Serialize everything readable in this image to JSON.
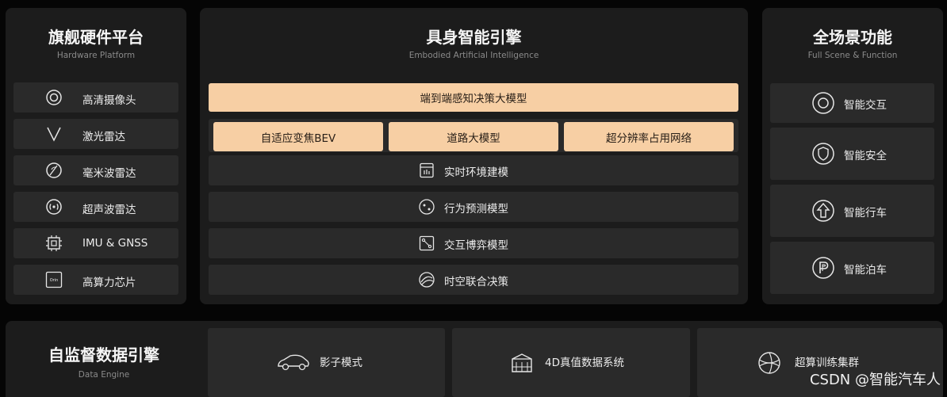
{
  "hardware": {
    "title": "旗舰硬件平台",
    "subtitle": "Hardware Platform",
    "items": [
      {
        "label": "高清摄像头",
        "icon": "camera-icon"
      },
      {
        "label": "激光雷达",
        "icon": "lidar-icon"
      },
      {
        "label": "毫米波雷达",
        "icon": "radar-icon"
      },
      {
        "label": "超声波雷达",
        "icon": "ultrasonic-icon"
      },
      {
        "label": "IMU & GNSS",
        "icon": "chip-icon"
      },
      {
        "label": "高算力芯片",
        "icon": "orin-chip-icon",
        "icon_text": "Orin"
      }
    ]
  },
  "engine": {
    "title": "具身智能引擎",
    "subtitle": "Embodied Artificial Intelligence",
    "top_model": "端到端感知决策大模型",
    "sub_models": [
      "自适应变焦BEV",
      "道路大模型",
      "超分辨率占用网络"
    ],
    "modules": [
      {
        "label": "实时环境建模",
        "icon": "environment-icon"
      },
      {
        "label": "行为预测模型",
        "icon": "prediction-icon"
      },
      {
        "label": "交互博弈模型",
        "icon": "game-icon"
      },
      {
        "label": "时空联合决策",
        "icon": "decision-icon"
      }
    ]
  },
  "scenes": {
    "title": "全场景功能",
    "subtitle": "Full Scene & Function",
    "items": [
      {
        "label": "智能交互",
        "icon": "interaction-icon"
      },
      {
        "label": "智能安全",
        "icon": "shield-icon"
      },
      {
        "label": "智能行车",
        "icon": "driving-icon"
      },
      {
        "label": "智能泊车",
        "icon": "parking-icon"
      }
    ]
  },
  "data_engine": {
    "title": "自监督数据引擎",
    "subtitle": "Data Engine",
    "items": [
      {
        "label": "影子模式",
        "icon": "car-icon"
      },
      {
        "label": "4D真值数据系统",
        "icon": "data-system-icon"
      },
      {
        "label": "超算训练集群",
        "icon": "cluster-icon"
      }
    ]
  },
  "watermark": "CSDN @智能汽车人",
  "colors": {
    "highlight": "#f7cfa4",
    "panel": "#1c1c1c",
    "row": "#2a2a2a",
    "background": "#050505"
  }
}
